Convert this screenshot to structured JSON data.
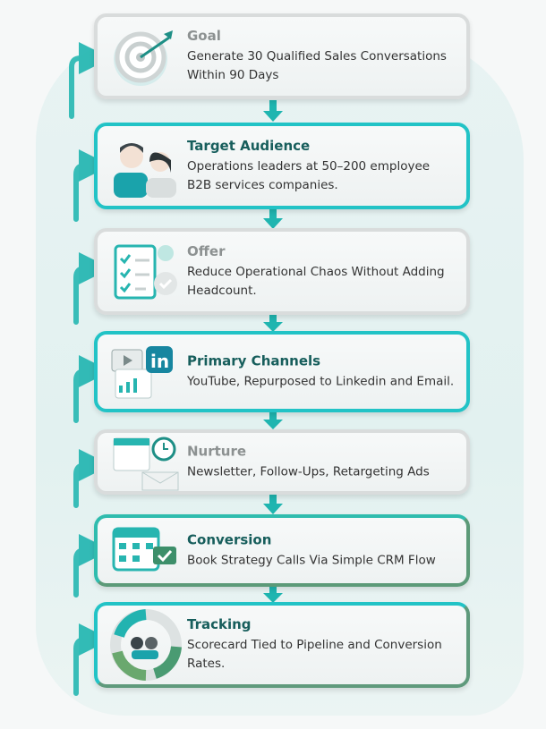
{
  "steps": [
    {
      "title": "Goal",
      "text": "Generate 30 Qualified Sales Conversations Within 90 Days",
      "icon": "target-icon"
    },
    {
      "title": "Target Audience",
      "text": "Operations leaders at 50–200 employee B2B services companies.",
      "icon": "audience-icon"
    },
    {
      "title": "Offer",
      "text": "Reduce Operational Chaos Without Adding Headcount.",
      "icon": "checklist-icon"
    },
    {
      "title": "Primary Channels",
      "text": "YouTube, Repurposed to Linkedin and Email.",
      "icon": "linkedin-icon"
    },
    {
      "title": "Nurture",
      "text": "Newsletter, Follow-Ups, Retargeting Ads",
      "icon": "email-clock-icon"
    },
    {
      "title": "Conversion",
      "text": "Book Strategy Calls Via Simple CRM Flow",
      "icon": "calendar-icon"
    },
    {
      "title": "Tracking",
      "text": "Scorecard Tied to Pipeline and Conversion Rates.",
      "icon": "cycle-icon"
    }
  ],
  "colors": {
    "teal": "#22c3c6",
    "dark_teal": "#175e5c",
    "gray": "#8c9191"
  }
}
